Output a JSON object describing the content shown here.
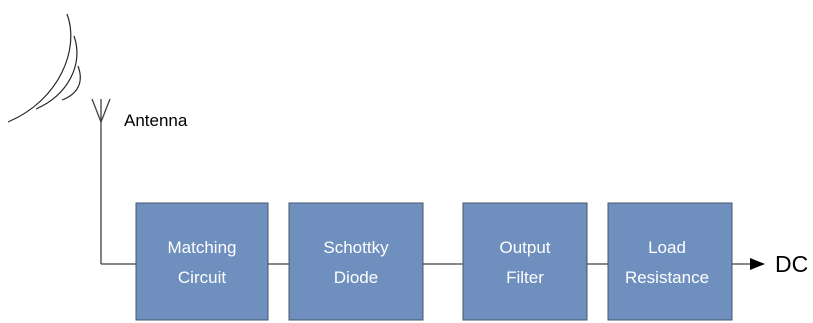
{
  "antenna": {
    "label": "Antenna"
  },
  "blocks": [
    {
      "id": "matching-circuit",
      "lines": [
        "Matching",
        "Circuit"
      ]
    },
    {
      "id": "schottky-diode",
      "lines": [
        "Schottky",
        "Diode"
      ]
    },
    {
      "id": "output-filter",
      "lines": [
        "Output",
        "Filter"
      ]
    },
    {
      "id": "load-resistance",
      "lines": [
        "Load",
        "Resistance"
      ]
    }
  ],
  "output": {
    "label": "DC"
  },
  "colors": {
    "block_fill": "#6f8fbe",
    "block_border": "#44546a",
    "block_text": "#ffffff",
    "wire": "#404040"
  }
}
